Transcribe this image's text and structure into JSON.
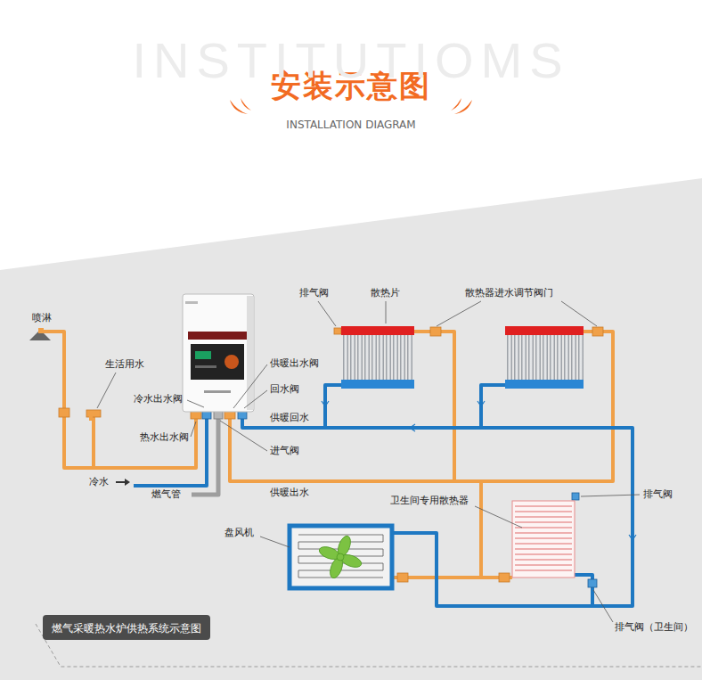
{
  "diagram": {
    "title": "安装示意图",
    "caption": "燃气采暖热水炉供热系统示意图",
    "labels": [
      "INSTITUTIOMS",
      "INSTALLATION DIAGRAM",
      "喷淋",
      "生活用水",
      "冷水出水阀",
      "热水出水阀",
      "冷水",
      "燃气管",
      "排气阀",
      "散热片",
      "散热器进水调节阀门",
      "供暖出水阀",
      "回水阀",
      "供暖回水",
      "进气阀",
      "供暖出水",
      "卫生间专用散热器",
      "排气阀",
      "盘风机",
      "排气阀（卫生间）"
    ]
  }
}
